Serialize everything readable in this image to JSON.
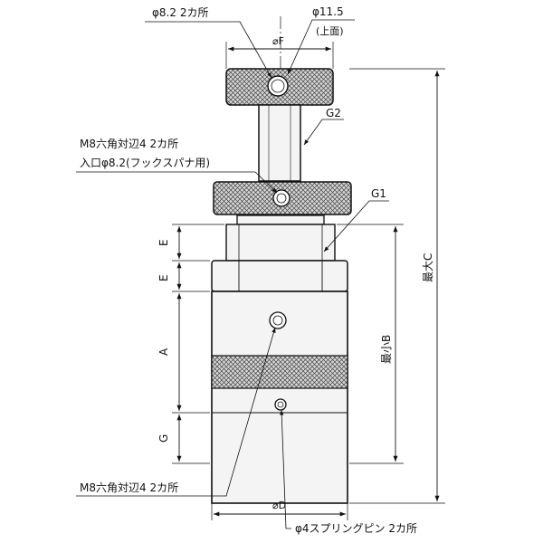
{
  "labels": {
    "hole_top": "φ8.2  2カ所",
    "dia_top": "φ11.5",
    "dia_top_note": "(上面)",
    "dim_f": "⌀F",
    "g2": "G2",
    "hex_top_1": "M8六角対辺4  2カ所",
    "hex_top_2": "入口φ8.2(フックスパナ用)",
    "g1": "G1",
    "dim_e1": "E",
    "dim_e2": "E",
    "dim_a": "A",
    "dim_g": "G",
    "min_b": "最小B",
    "max_c": "最大C",
    "hex_bottom": "M8六角対辺4  2カ所",
    "dim_d": "⌀D",
    "spring_pin": "φ4スプリングピン  2カ所"
  },
  "colors": {
    "line": "#111111",
    "body_fill": "#f4f4f4",
    "knurl_fill": "#d6d6d6"
  }
}
